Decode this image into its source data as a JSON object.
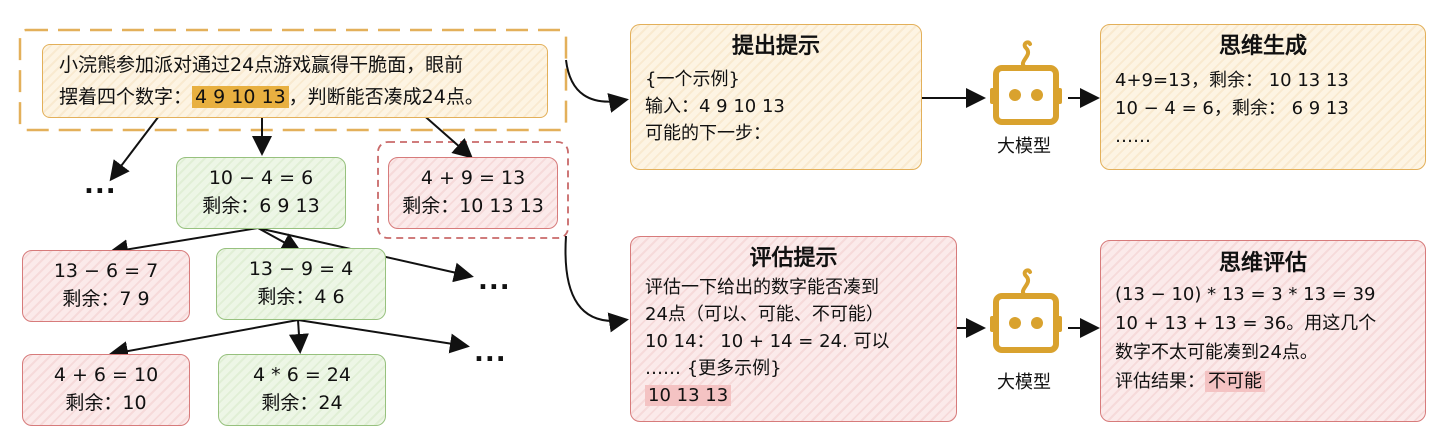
{
  "problem": {
    "line1": "小浣熊参加派对通过24点游戏赢得干脆面，眼前",
    "line2_prefix": "摆着四个数字：",
    "numbers": "4 9 10 13",
    "line2_suffix": "，判断能否凑成24点。"
  },
  "tree": {
    "n_green_root": {
      "l1": "10 − 4 = 6",
      "l2": "剩余：6 9 13"
    },
    "n_red_root": {
      "l1": "4 + 9 = 13",
      "l2": "剩余：10 13 13"
    },
    "n_red_a": {
      "l1": "13 − 6 = 7",
      "l2": "剩余：7 9"
    },
    "n_green_b": {
      "l1": "13 − 9 = 4",
      "l2": "剩余：4 6"
    },
    "n_red_c": {
      "l1": "4 + 6 = 10",
      "l2": "剩余：10"
    },
    "n_green_d": {
      "l1": "4 * 6 = 24",
      "l2": "剩余：24"
    },
    "ellipsis": "..."
  },
  "propose": {
    "title": "提出提示",
    "lines": [
      "{一个示例}",
      "输入：4 9 10 13",
      "可能的下一步："
    ]
  },
  "generate": {
    "title": "思维生成",
    "lines": [
      "4+9=13，剩余： 10 13 13",
      "10 − 4 = 6，剩余： 6 9 13",
      "……"
    ]
  },
  "value_prompt": {
    "title": "评估提示",
    "lines": [
      "评估一下给出的数字能否凑到",
      "24点（可以、可能、不可能）",
      "10 14： 10 + 14 = 24. 可以",
      "…… {更多示例}"
    ],
    "highlight": "10 13 13"
  },
  "evaluate": {
    "title": "思维评估",
    "lines": [
      "(13 − 10) * 13 = 3 * 13 = 39",
      "10 + 13 + 13 = 36。用这几个",
      "数字不太可能凑到24点。"
    ],
    "result_prefix": "评估结果：",
    "result": "不可能"
  },
  "model_label": "大模型",
  "colors": {
    "green": "#97c17e",
    "red": "#d77b7b",
    "yellow": "#e3b05a",
    "orange_highlight": "#e8b040",
    "pink_highlight": "#f4c3c3"
  }
}
